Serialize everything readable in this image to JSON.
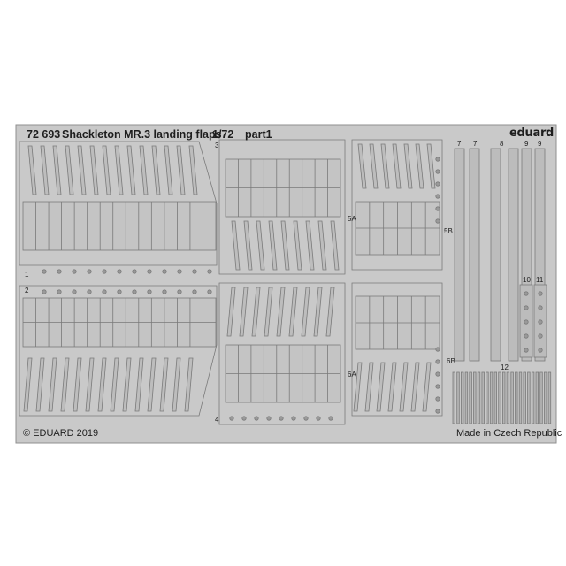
{
  "header": {
    "set_number": "72 693",
    "set_name": "Shackleton MR.3 landing flaps",
    "scale": "1/72",
    "part": "part1",
    "brand": "eduard"
  },
  "footer": {
    "copyright": "© EDUARD 2019",
    "origin": "Made in Czech Republic"
  },
  "part_numbers": [
    "1",
    "2",
    "3",
    "4",
    "5A",
    "5B",
    "6A",
    "6B",
    "7",
    "7",
    "8",
    "9",
    "9",
    "10",
    "11",
    "12"
  ],
  "colors": {
    "background": "#ffffff",
    "fret_metal": "#c9c9c9",
    "fret_edge": "#8f8f8f",
    "detail_line": "#7a7a7a",
    "text": "#1e1e1e"
  }
}
